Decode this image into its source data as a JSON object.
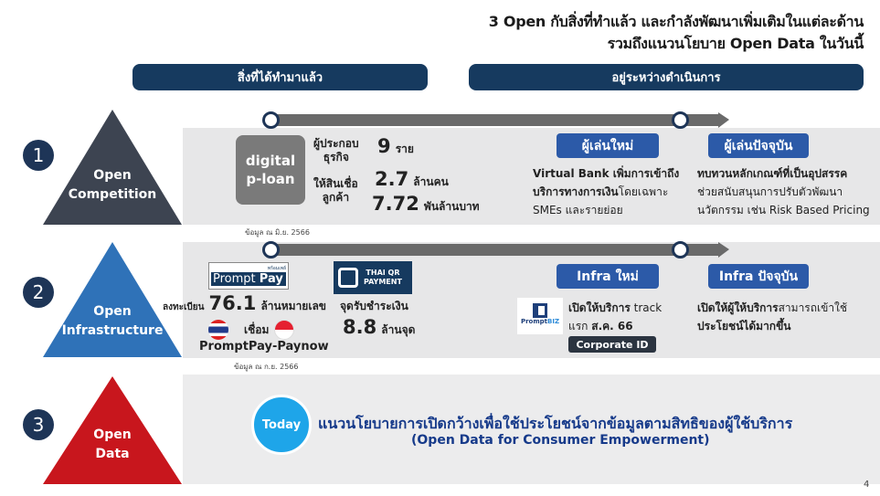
{
  "title": {
    "line1": "3 Open กับสิ่งที่ทำแล้ว และกำลังพัฒนาเพิ่มเติมในแต่ละด้าน",
    "line2": "รวมถึงแนวนโยบาย Open Data ในวันนี้"
  },
  "headers": {
    "done": "สิ่งที่ได้ทำมาแล้ว",
    "in_progress": "อยู่ระหว่างดำเนินการ"
  },
  "rows": [
    {
      "number": "1",
      "label1": "Open",
      "label2": "Competition",
      "badge1": "digital",
      "badge2": "p-loan",
      "stat1_label1": "ผู้ประกอบ",
      "stat1_label2": "ธุรกิจ",
      "stat1_value": "9",
      "stat1_unit": "ราย",
      "stat2_label1": "ให้สินเชื่อ",
      "stat2_label2": "ลูกค้า",
      "stat2_value": "2.7",
      "stat2_unit": "ล้านคน",
      "stat3_value": "7.72",
      "stat3_unit": "พันล้านบาท",
      "source": "ข้อมูล ณ มิ.ย. 2566",
      "new_tag": "ผู้เล่นใหม่",
      "new_l1_bold": "Virtual Bank เพิ่มการเข้าถึง",
      "new_l2_bold": "บริการทางการเงิน",
      "new_l2": "โดยเฉพาะ",
      "new_l3": "SMEs และรายย่อย",
      "cur_tag": "ผู้เล่นปัจจุบัน",
      "cur_l1_bold": "ทบทวนหลักเกณฑ์ที่เป็นอุปสรรค",
      "cur_l2": "ช่วยสนับสนุนการปรับตัวพัฒนา",
      "cur_l3": "นวัตกรรม เช่น Risk Based Pricing"
    },
    {
      "number": "2",
      "label1": "Open",
      "label2": "Infrastructure",
      "promptpay_small": "พร้อมเพย์",
      "promptpay_a": "Prompt",
      "promptpay_b": "Pay",
      "reg_label": "ลงทะเบียน",
      "reg_value": "76.1",
      "reg_unit": "ล้านหมายเลข",
      "link_label": "เชื่อม",
      "link_name": "PromptPay-Paynow",
      "qr_l1": "THAI QR",
      "qr_l2": "PAYMENT",
      "qr_label": "จุดรับชำระเงิน",
      "qr_value": "8.8",
      "qr_unit": "ล้านจุด",
      "source": "ข้อมูล ณ ก.ย. 2566",
      "new_tag": "Infra ใหม่",
      "biz_a": "Prompt",
      "biz_b": "BIZ",
      "new_l1_bold": "เปิดให้บริการ",
      "new_l1": " track",
      "new_l2": "แรก ",
      "new_l2_bold": "ส.ค. 66",
      "corp": "Corporate ID",
      "cur_tag": "Infra ปัจจุบัน",
      "cur_l1_bold": "เปิดให้ผู้ให้บริการ",
      "cur_l1": "สามารถเข้าใช้",
      "cur_l2_bold": "ประโยชน์ได้มากขึ้น"
    },
    {
      "number": "3",
      "label1": "Open",
      "label2": "Data",
      "today": "Today",
      "policy": "แนวนโยบายการเปิดกว้างเพื่อใช้ประโยชน์จากข้อมูลตามสิทธิของผู้ใช้บริการ",
      "policy_en": "(Open Data for Consumer Empowerment)"
    }
  ],
  "page_number": "4",
  "colors": {
    "navy": "#163a5f",
    "tag": "#2c5aa8",
    "tri1": "#3d4451",
    "tri2": "#2f72b8",
    "tri3": "#c8161d",
    "today": "#1ea5e9"
  }
}
